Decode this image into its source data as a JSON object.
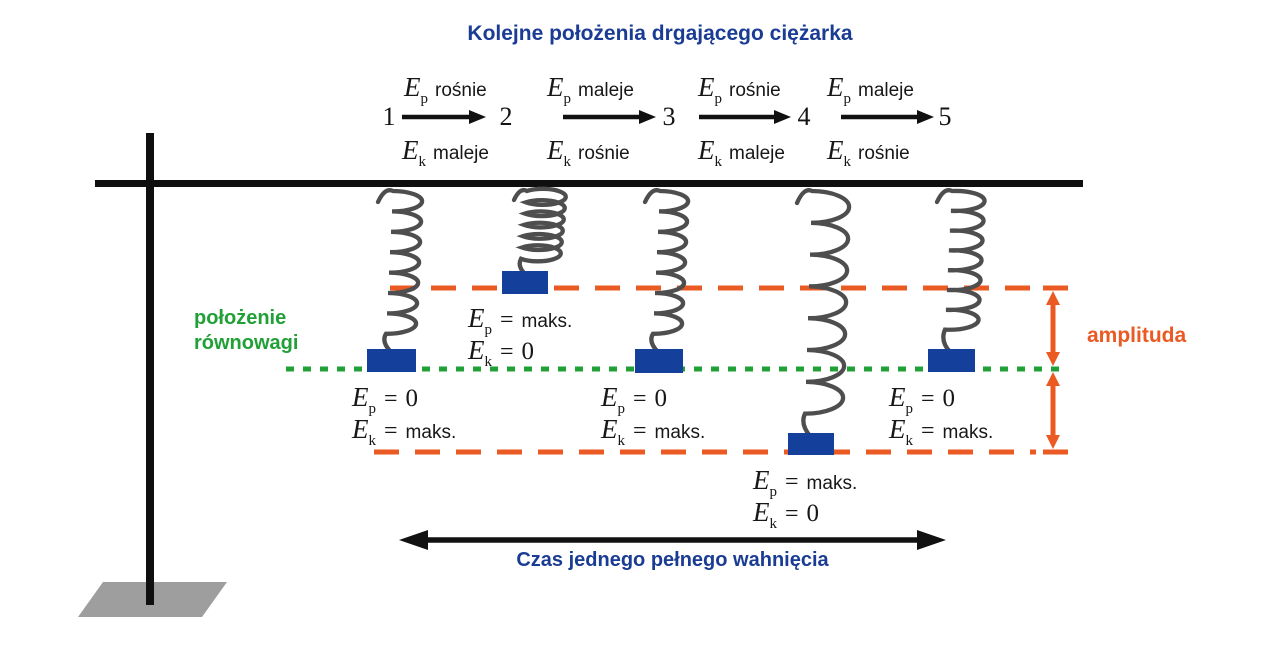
{
  "title": "Kolejne położenia drgającego ciężarka",
  "sequence": {
    "positions": [
      "1",
      "2",
      "3",
      "4",
      "5"
    ],
    "transitions": [
      {
        "above": {
          "symbol": "E",
          "sub": "p",
          "word": "rośnie"
        },
        "below": {
          "symbol": "E",
          "sub": "k",
          "word": "maleje"
        }
      },
      {
        "above": {
          "symbol": "E",
          "sub": "p",
          "word": "maleje"
        },
        "below": {
          "symbol": "E",
          "sub": "k",
          "word": "rośnie"
        }
      },
      {
        "above": {
          "symbol": "E",
          "sub": "p",
          "word": "rośnie"
        },
        "below": {
          "symbol": "E",
          "sub": "k",
          "word": "maleje"
        }
      },
      {
        "above": {
          "symbol": "E",
          "sub": "p",
          "word": "maleje"
        },
        "below": {
          "symbol": "E",
          "sub": "k",
          "word": "rośnie"
        }
      }
    ]
  },
  "states": [
    {
      "lines": [
        {
          "symbol": "E",
          "sub": "p",
          "eq": "=",
          "value": "0"
        },
        {
          "symbol": "E",
          "sub": "k",
          "eq": "=",
          "value": "maks."
        }
      ]
    },
    {
      "lines": [
        {
          "symbol": "E",
          "sub": "p",
          "eq": "=",
          "value": "maks."
        },
        {
          "symbol": "E",
          "sub": "k",
          "eq": "=",
          "value": "0"
        }
      ]
    },
    {
      "lines": [
        {
          "symbol": "E",
          "sub": "p",
          "eq": "=",
          "value": "0"
        },
        {
          "symbol": "E",
          "sub": "k",
          "eq": "=",
          "value": "maks."
        }
      ]
    },
    {
      "lines": [
        {
          "symbol": "E",
          "sub": "p",
          "eq": "=",
          "value": "maks."
        },
        {
          "symbol": "E",
          "sub": "k",
          "eq": "=",
          "value": "0"
        }
      ]
    },
    {
      "lines": [
        {
          "symbol": "E",
          "sub": "p",
          "eq": "=",
          "value": "0"
        },
        {
          "symbol": "E",
          "sub": "k",
          "eq": "=",
          "value": "maks."
        }
      ]
    }
  ],
  "labels": {
    "equilibrium": {
      "line1": "położenie",
      "line2": "równowagi"
    },
    "amplitude": "amplituda",
    "period": "Czas jednego pełnego wahnięcia"
  },
  "colors": {
    "heading_blue": "#1a3c94",
    "equilibrium_green": "#22a038",
    "amplitude_orange": "#ea5a22",
    "mass_navy": "#14409c",
    "spring_gray": "#4e4e4e",
    "base_gray": "#9e9e9e"
  }
}
